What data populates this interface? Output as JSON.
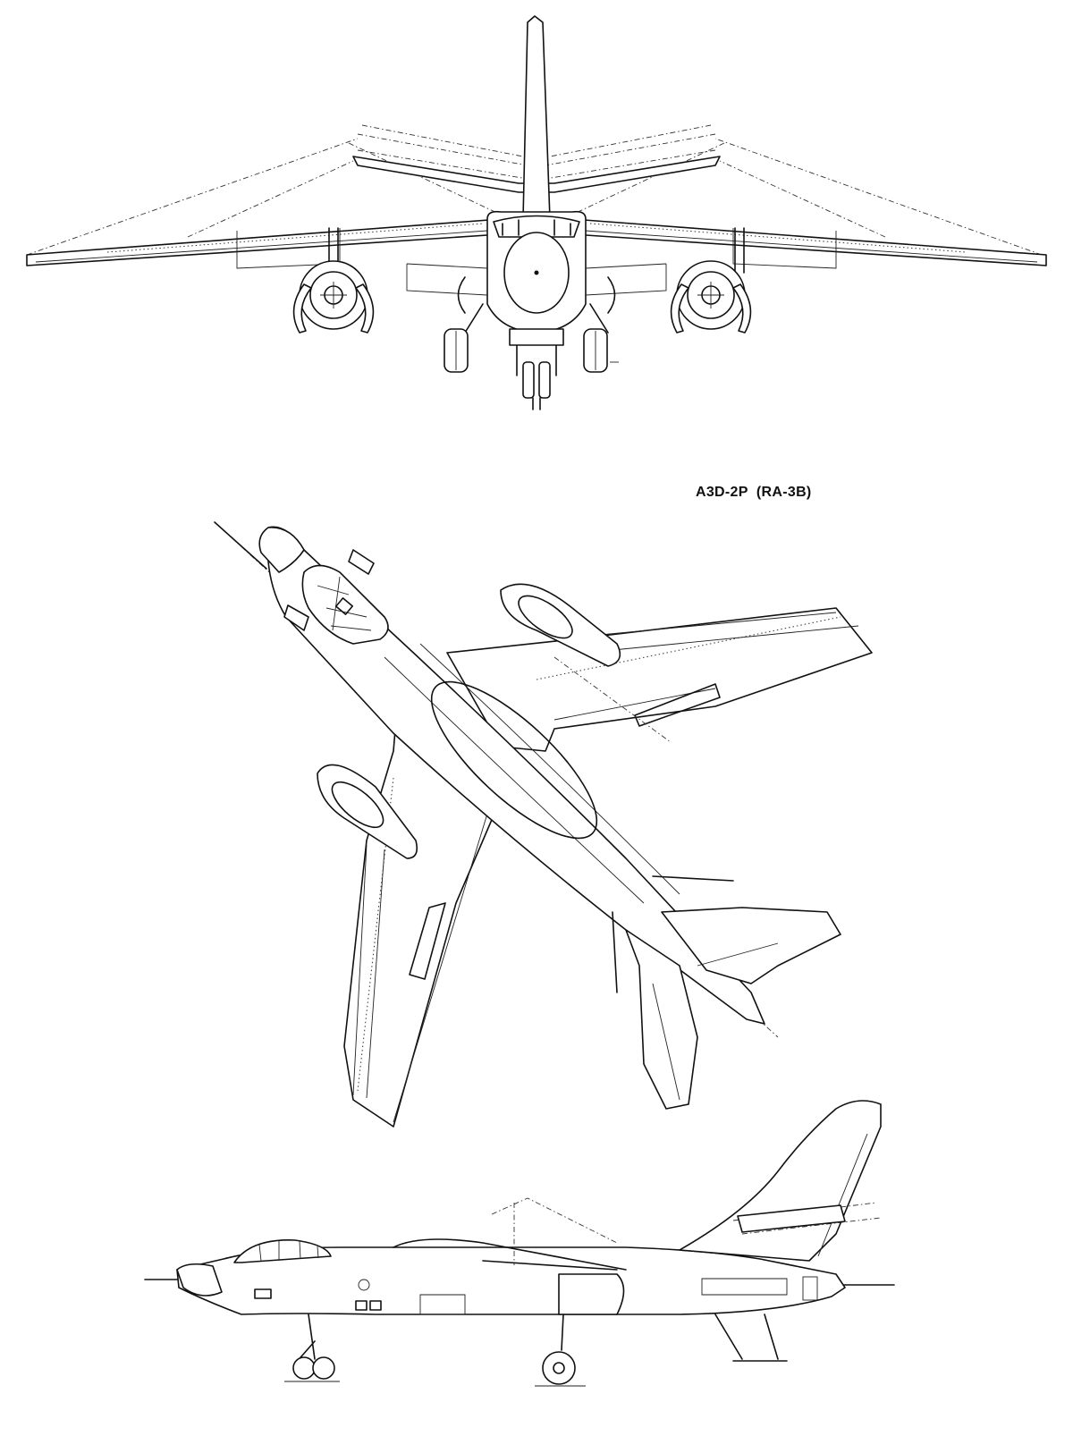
{
  "drawing": {
    "designation": "A3D-2P  (RA-3B)",
    "views": [
      "front-view",
      "plan-view",
      "side-view"
    ]
  },
  "colors": {
    "ink": "#111111",
    "paper": "#ffffff"
  }
}
